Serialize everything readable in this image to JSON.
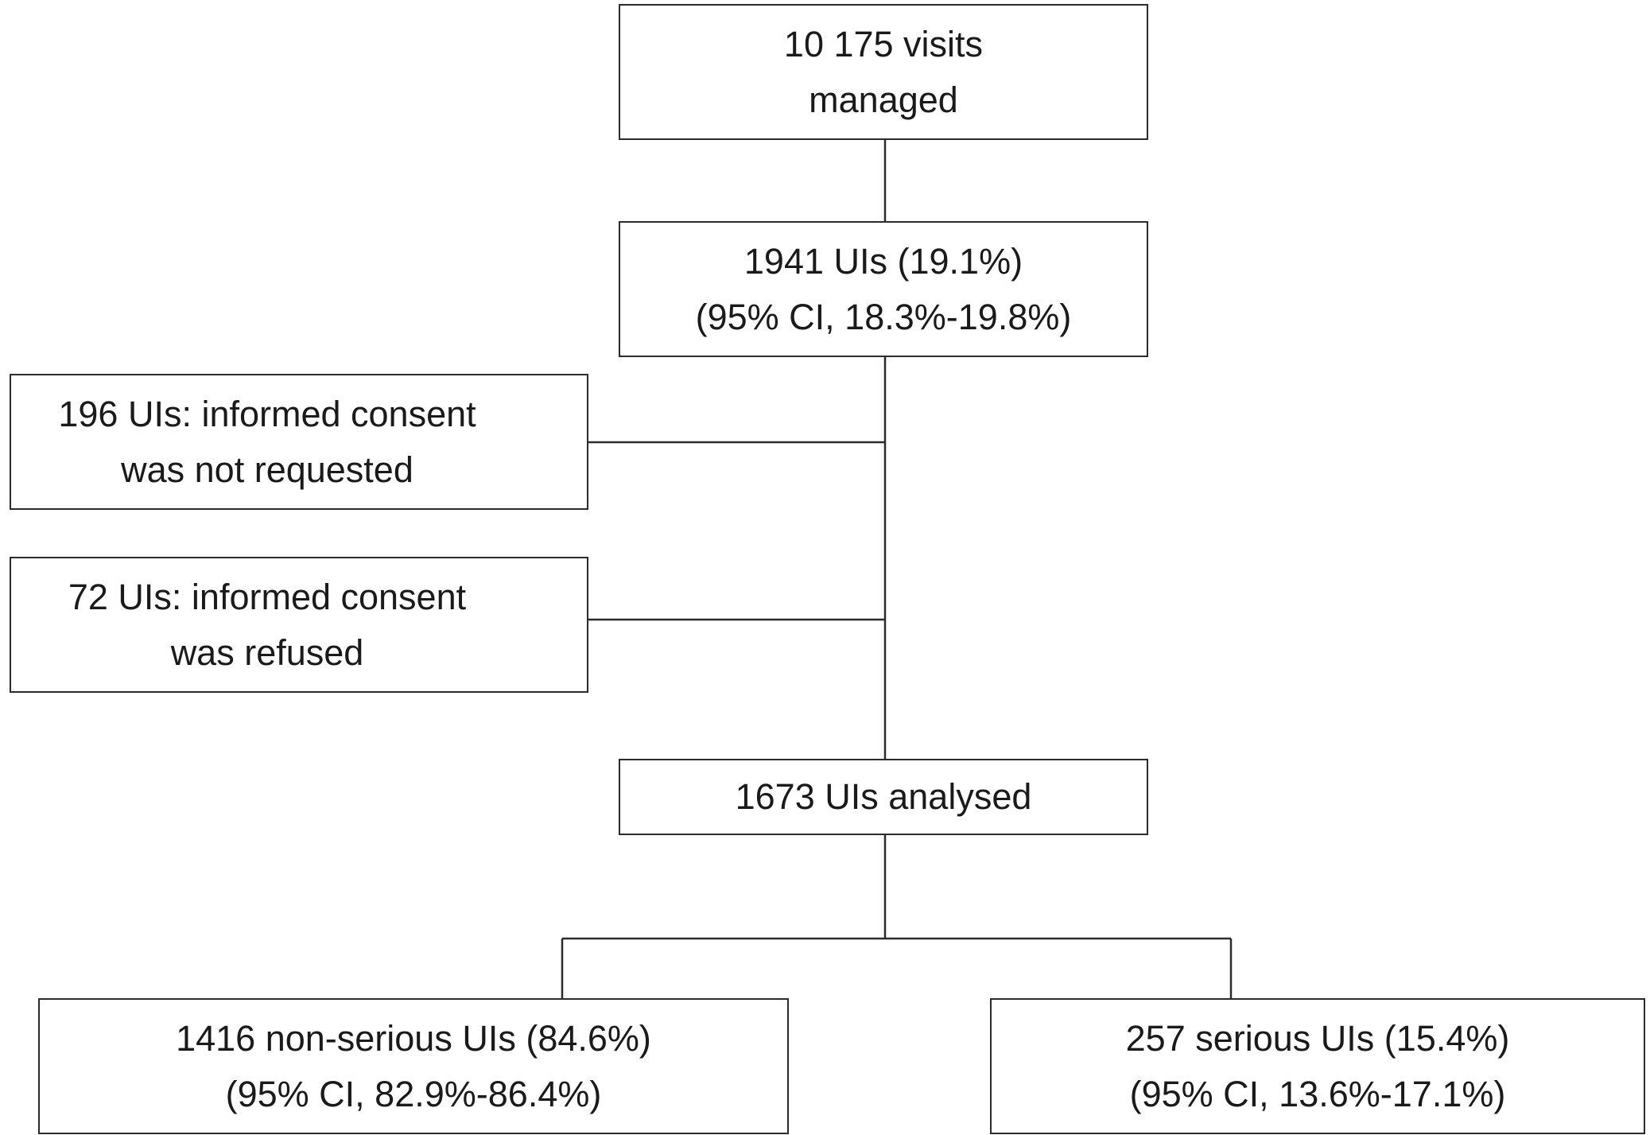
{
  "flowchart": {
    "visits": {
      "line1": "10 175 visits",
      "line2": "managed"
    },
    "uis_total": {
      "line1": "1941 UIs (19.1%)",
      "line2": "(95% CI, 18.3%-19.8%)"
    },
    "not_requested": {
      "line1": "196 UIs: informed consent",
      "line2": "was not requested"
    },
    "refused": {
      "line1": "72 UIs: informed consent",
      "line2": "was refused"
    },
    "analysed": {
      "line1": "1673 UIs analysed"
    },
    "non_serious": {
      "line1": "1416 non-serious UIs (84.6%)",
      "line2": "(95% CI, 82.9%-86.4%)"
    },
    "serious": {
      "line1": "257 serious UIs (15.4%)",
      "line2": "(95% CI, 13.6%-17.1%)"
    }
  },
  "colors": {
    "line": "#2b2b2b",
    "text": "#1a1a1a",
    "background": "#ffffff"
  }
}
